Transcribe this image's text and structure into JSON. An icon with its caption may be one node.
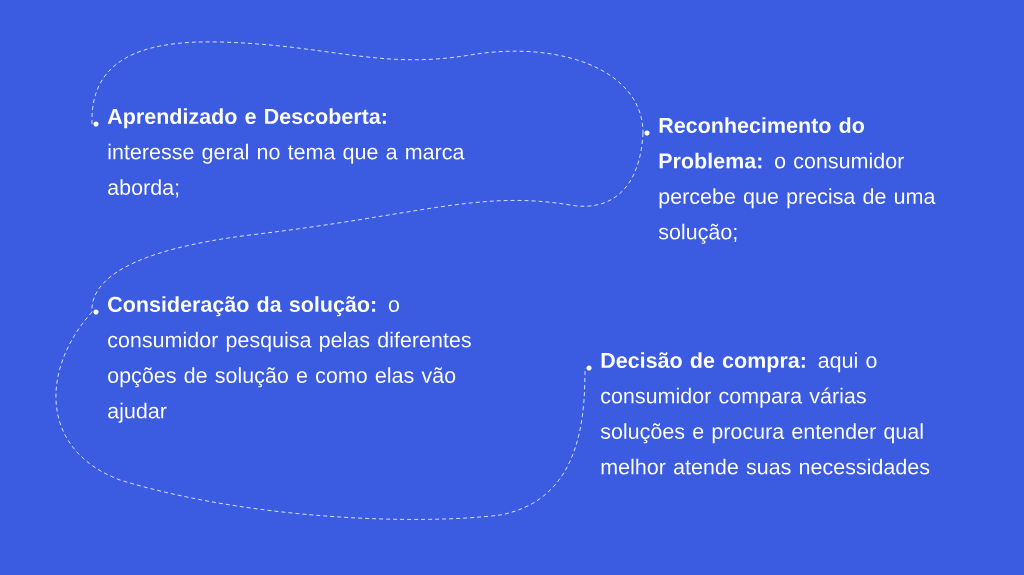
{
  "diagram": {
    "nodes": [
      {
        "text": [
          "**Aprendizado e Descoberta:** interesse geral no tema que a marca aborda;"
        ]
      },
      {
        "text": [
          "**Reconhecimento do Problema:** o consumidor percebe que precisa de uma solução;"
        ]
      },
      {
        "text": [
          "**Consideração da solução:** o consumidor pesquisa pelas diferentes opções de solução e como elas vão ajudar"
        ]
      },
      {
        "text": [
          "**Decisão de compra:** aqui o consumidor compara várias soluções e procura entender qual melhor atende suas necessidades"
        ]
      }
    ],
    "edges": [
      {
        "from": 0,
        "to": 1,
        "arrow": "none",
        "style": "dashed"
      },
      {
        "from": 1,
        "to": 2,
        "arrow": "none",
        "style": "dashed"
      },
      {
        "from": 2,
        "to": 3,
        "arrow": "none",
        "style": "dashed"
      }
    ]
  }
}
